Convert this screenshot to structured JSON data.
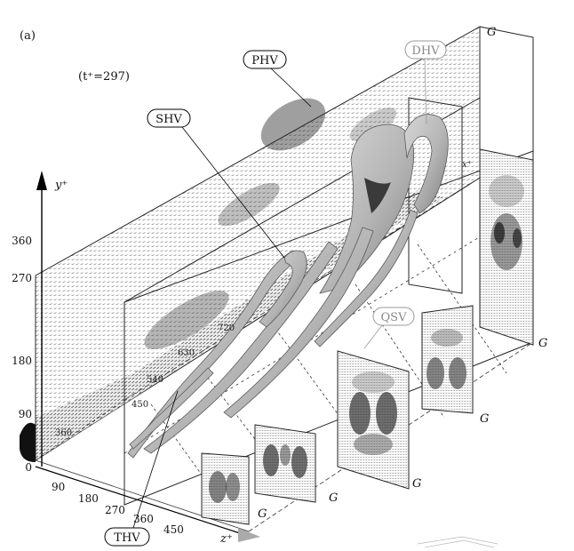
{
  "figure": {
    "panel_label": "(a)",
    "time_label": "(t⁺=297)",
    "axes": {
      "y_label": "y⁺",
      "z_label": "z⁺",
      "x_label": "x⁺",
      "y_ticks": [
        "0",
        "90",
        "180",
        "270",
        "360"
      ],
      "z_ticks": [
        "90",
        "180",
        "270",
        "360",
        "450"
      ],
      "inner_ticks": [
        "360",
        "450",
        "540",
        "630",
        "720"
      ]
    },
    "vortex_labels": {
      "phv": "PHV",
      "dhv": "DHV",
      "shv": "SHV",
      "qsv": "QSV",
      "thv": "THV"
    },
    "section_label": "G",
    "colors": {
      "vortex_fill": "#b9b9b9",
      "vortex_shade": "#8c8c8c",
      "vector_ink": "#2b2b2b",
      "frame": "#222222"
    }
  }
}
